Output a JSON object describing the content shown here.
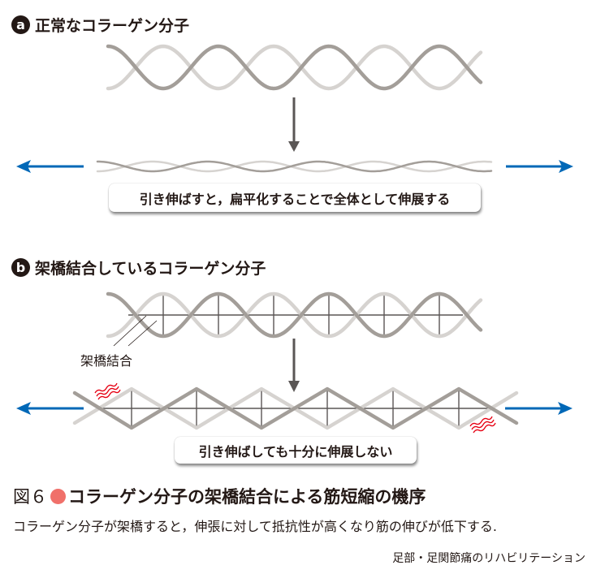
{
  "panel_a": {
    "badge": "a",
    "title": "正常なコラーゲン分子",
    "callout": "引き伸ばすと，扁平化することで全体として伸展する"
  },
  "panel_b": {
    "badge": "b",
    "title": "架橋結合しているコラーゲン分子",
    "crosslink_label": "架橋結合",
    "callout": "引き伸ばしても十分に伸展しない"
  },
  "figure": {
    "number": "図６",
    "title": "コラーゲン分子の架橋結合による筋短縮の機序",
    "caption": "コラーゲン分子が架橋すると，伸張に対して抵抗性が高くなり筋の伸びが低下する.",
    "source": "足部・足関節痛のリハビリテーション"
  },
  "colors": {
    "strand_dark": "#a39e99",
    "strand_light": "#d6d3d0",
    "crosslink": "#5a5655",
    "arrow_down": "#5a5655",
    "arrow_stretch": "#0068b7",
    "strain": "#e60012",
    "fig_dot": "#f0706a",
    "text": "#231815"
  }
}
